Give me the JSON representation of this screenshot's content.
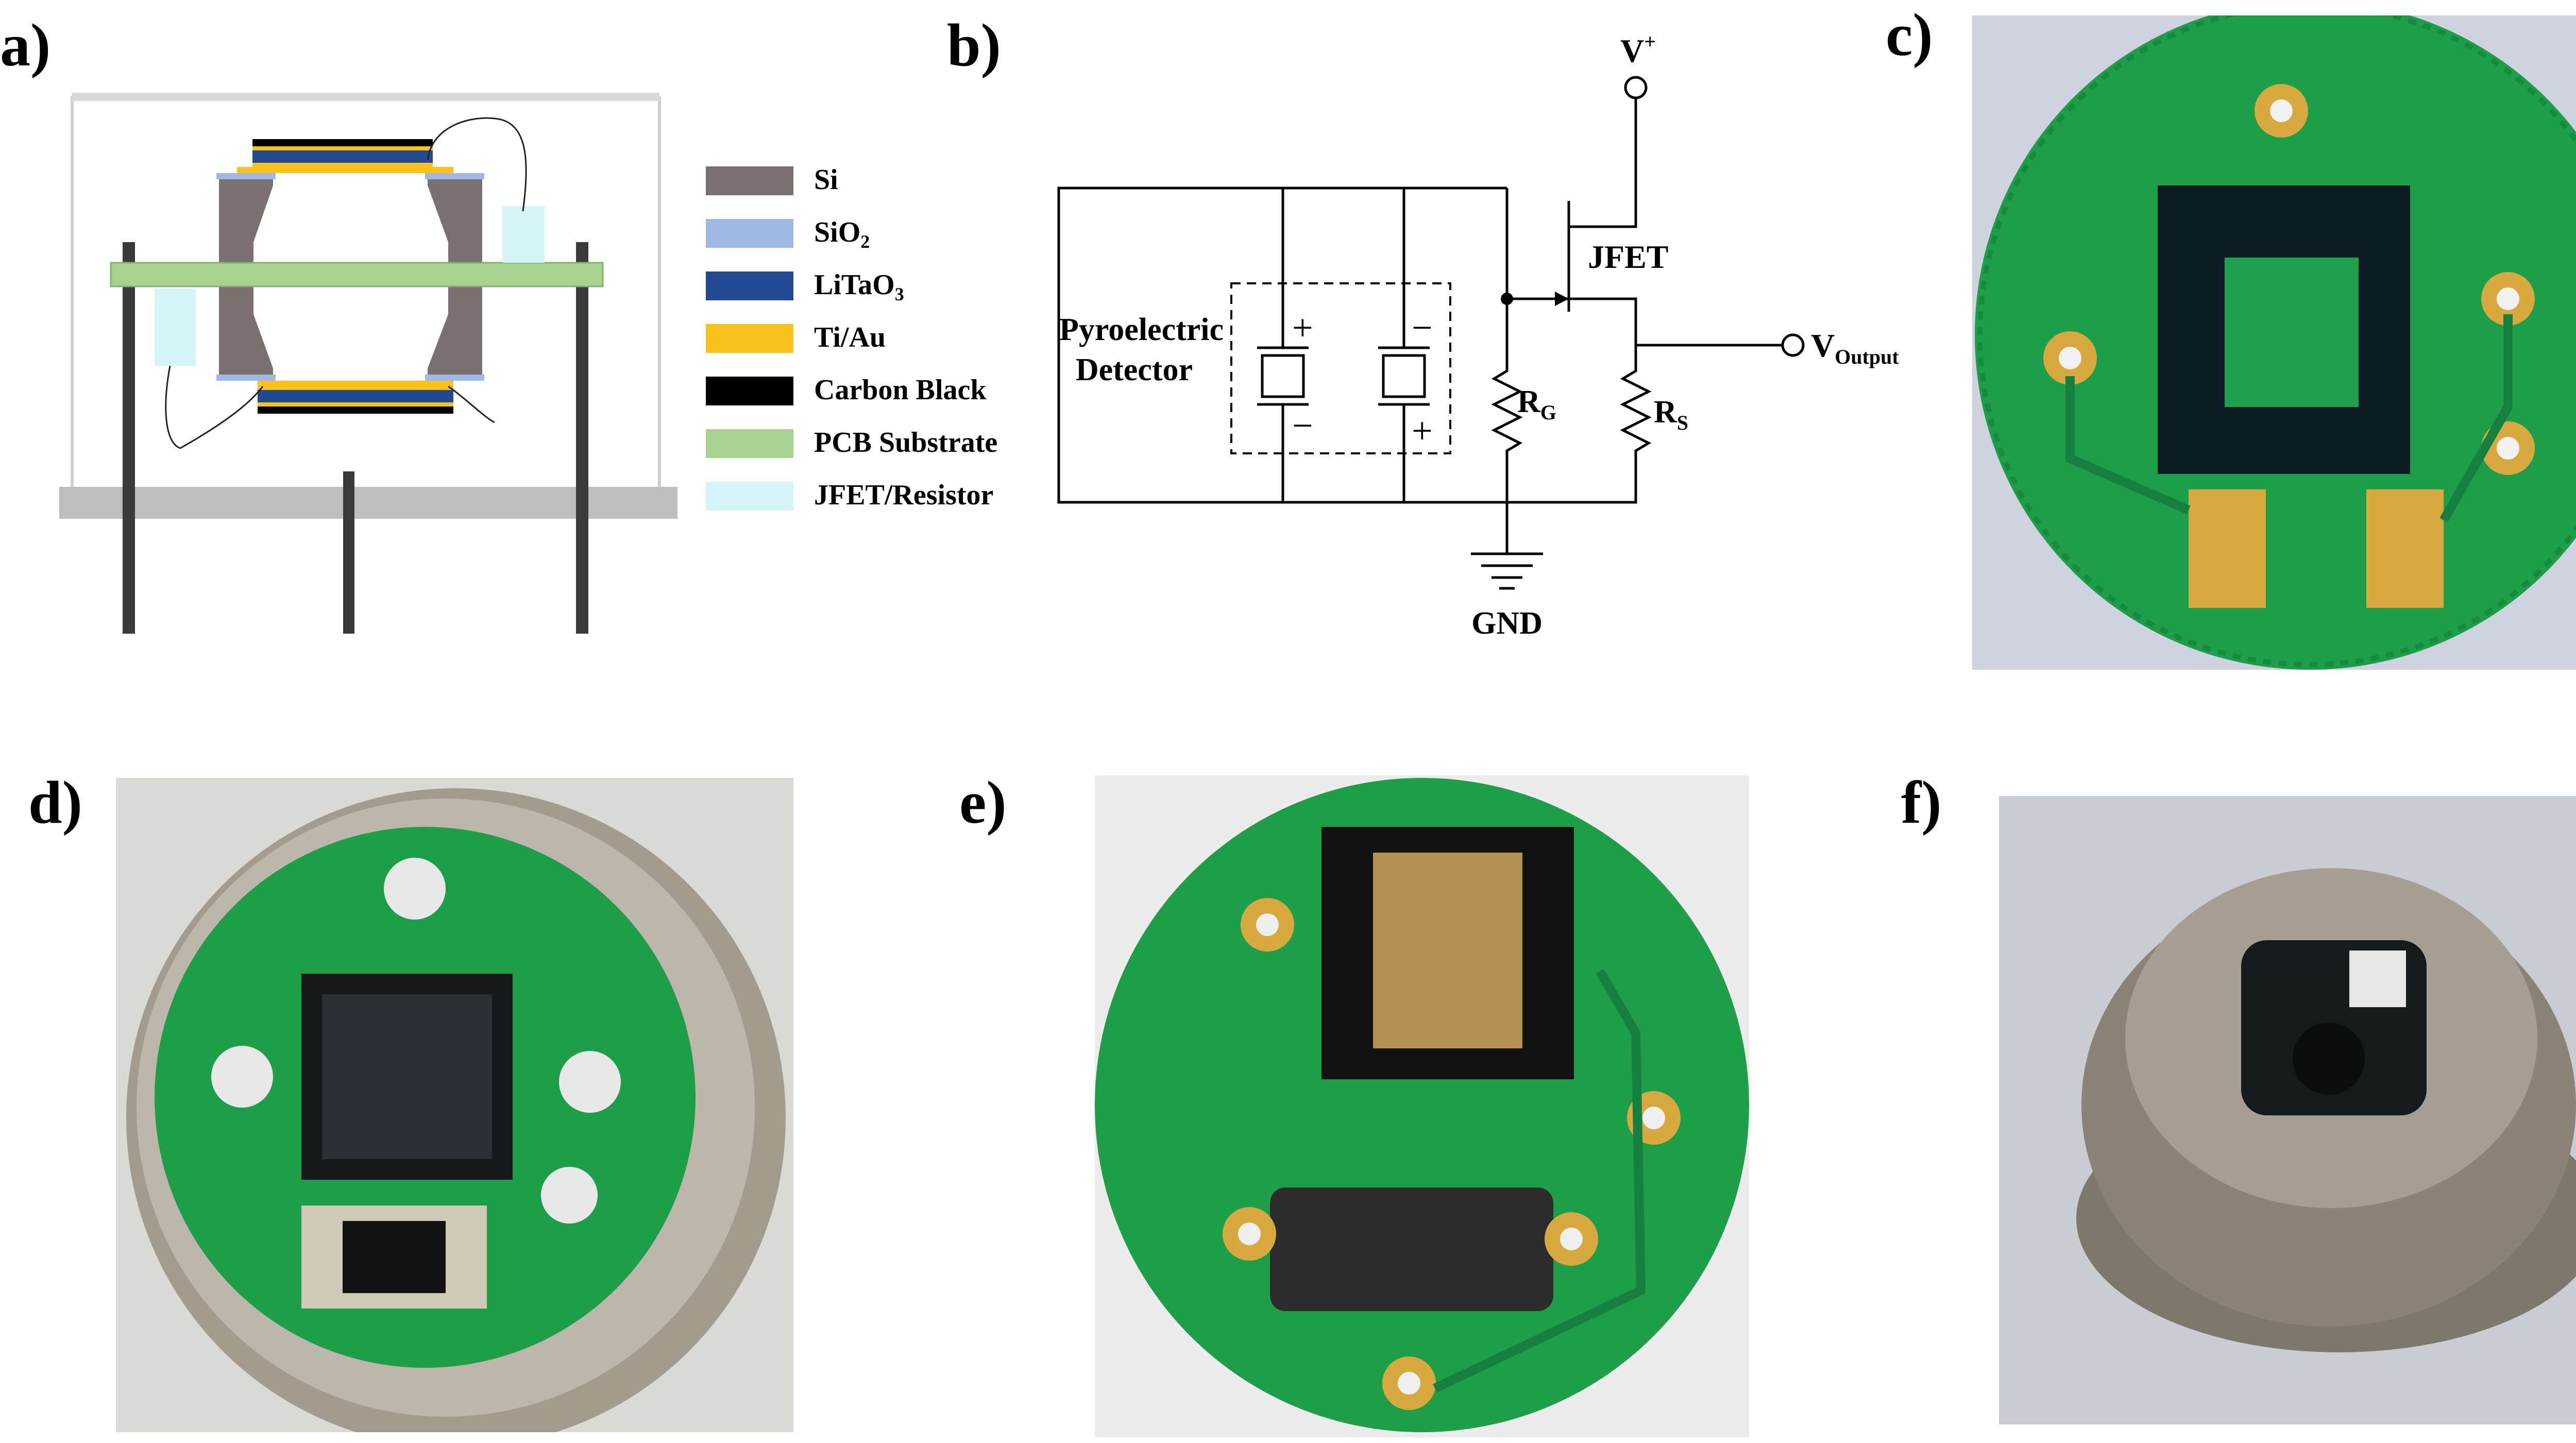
{
  "panels": {
    "a": "a)",
    "b": "b)",
    "c": "c)",
    "d": "d)",
    "e": "e)",
    "f": "f)"
  },
  "legend": [
    {
      "label": "Si",
      "color": "#7b6f71"
    },
    {
      "label": "SiO",
      "sub": "2",
      "color": "#9fb8e6"
    },
    {
      "label": "LiTaO",
      "sub": "3",
      "color": "#224a93"
    },
    {
      "label": "Ti/Au",
      "color": "#fbc21b"
    },
    {
      "label": "Carbon Black",
      "color": "#000000"
    },
    {
      "label": "PCB Substrate",
      "color": "#a7d18c"
    },
    {
      "label": "JFET/Resistor",
      "color": "#d4f4f7"
    }
  ],
  "circuit": {
    "detector_label_line1": "Pyroelectric",
    "detector_label_line2": "Detector",
    "vplus_main": "V",
    "vplus_sup": "+",
    "jfet": "JFET",
    "vout_main": "V",
    "vout_sub": "Output",
    "rg_main": "R",
    "rg_sub": "G",
    "rs_main": "R",
    "rs_sub": "S",
    "gnd": "GND",
    "plus": "+",
    "minus": "−"
  },
  "colors": {
    "pcb_green": "#1f9e4a",
    "gold": "#d7a93e",
    "metal_can": "#8b8378"
  }
}
